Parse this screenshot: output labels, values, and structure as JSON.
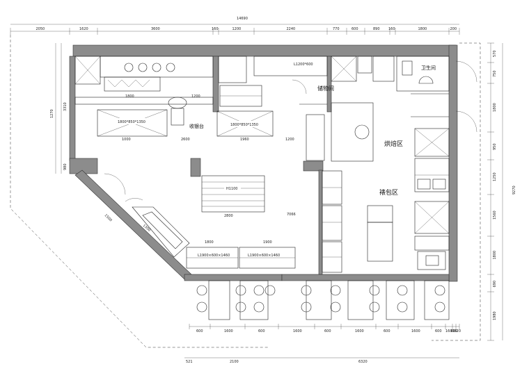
{
  "rooms": {
    "storage": "储物间",
    "baking": "烘焙区",
    "packing": "裱包区",
    "restroom": "卫生间",
    "display": "收银台"
  },
  "equipment": {
    "counter_left": "1800*850*1350",
    "counter_mid": "1800*850*1350",
    "top_right_counter": "L1200*600",
    "stair": "H1100",
    "front_counter_a": "L1900×600×1460",
    "front_counter_b": "L1900×600×1460"
  },
  "dimensions": {
    "top_total": "14690",
    "top": [
      "2050",
      "1620",
      "3600",
      "160",
      "1200",
      "2240",
      "770",
      "600",
      "890",
      "160",
      "1800",
      "200"
    ],
    "bottom": [
      "600",
      "1600",
      "600",
      "1600",
      "600",
      "1600",
      "600",
      "1600",
      "600",
      "1600",
      "600",
      "820"
    ],
    "bottom_2": [
      "521",
      "2100",
      "6320"
    ],
    "right": [
      "570",
      "750",
      "1800",
      "950",
      "1250",
      "1560",
      "1800",
      "690",
      "1980"
    ],
    "right_total": "9270",
    "left": [
      "1270",
      "3310",
      "980"
    ],
    "inner": [
      "1800",
      "1200",
      "1000",
      "2600",
      "1960",
      "1200",
      "2800",
      "7066",
      "1800",
      "1900"
    ]
  }
}
